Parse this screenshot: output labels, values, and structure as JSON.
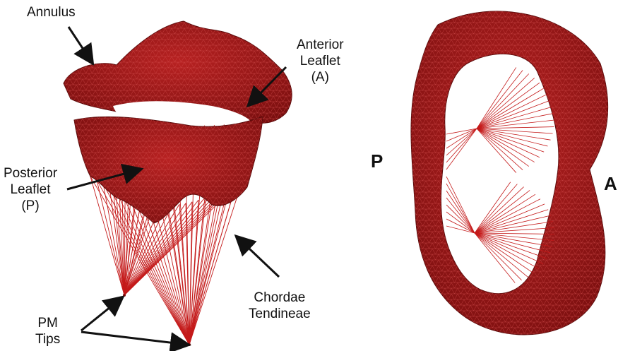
{
  "labels": {
    "annulus": "Annulus",
    "anterior_leaflet": [
      "Anterior",
      "Leaflet",
      "(A)"
    ],
    "posterior_leaflet": [
      "Posterior",
      "Leaflet",
      "(P)"
    ],
    "chordae": [
      "Chordae",
      "Tendineae"
    ],
    "pm_tips": [
      "PM",
      "Tips"
    ],
    "view_p": "P",
    "view_a": "A"
  },
  "colors": {
    "tissue": "#a01818",
    "tissue_dark": "#6e0c0c",
    "mesh_line": "#d04848",
    "chordae": "#c41a1a",
    "arrow": "#111111"
  }
}
